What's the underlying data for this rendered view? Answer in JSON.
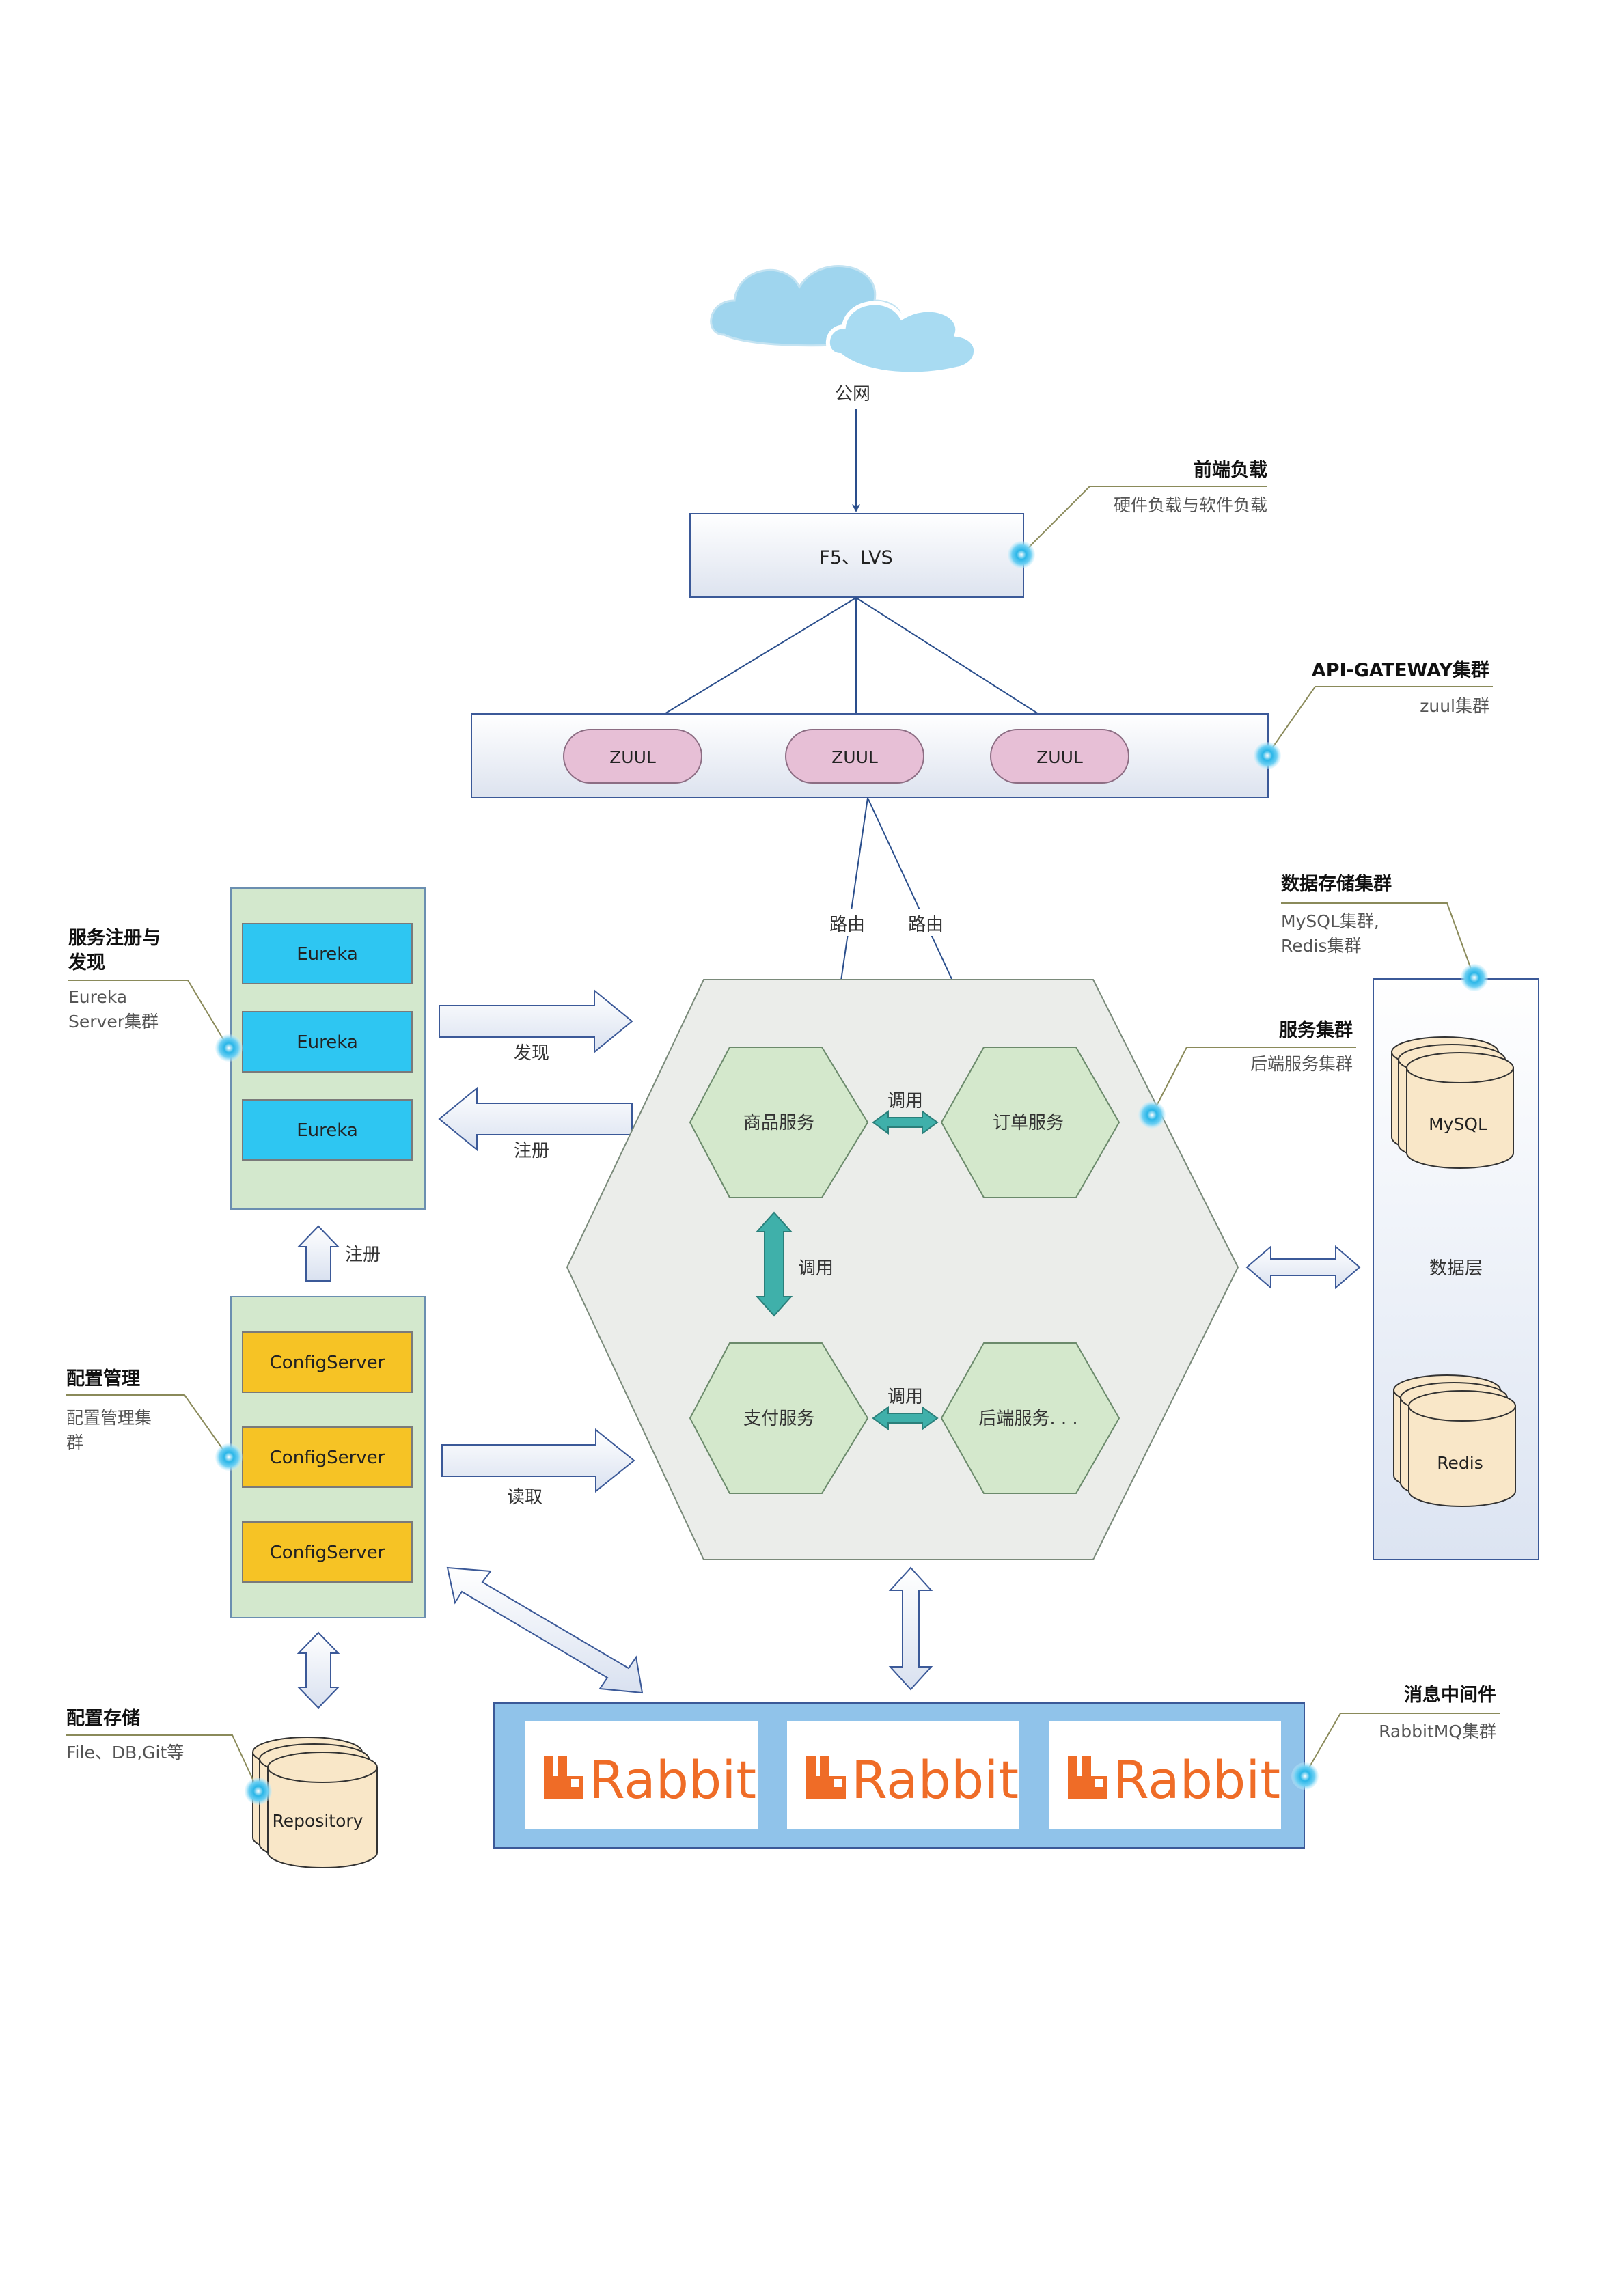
{
  "cloud": {
    "label": "公网"
  },
  "load_balancer": {
    "label": "F5、LVS",
    "callout_title": "前端负载",
    "callout_sub": "硬件负载与软件负载"
  },
  "gateway": {
    "items": [
      "ZUUL",
      "ZUUL",
      "ZUUL"
    ],
    "callout_title": "API-GATEWAY集群",
    "callout_sub": "zuul集群",
    "route_labels": [
      "路由",
      "路由"
    ]
  },
  "eureka": {
    "items": [
      "Eureka",
      "Eureka",
      "Eureka"
    ],
    "callout_title_lines": [
      "服务注册与",
      "发现"
    ],
    "callout_sub_lines": [
      "Eureka",
      "Server集群"
    ]
  },
  "config": {
    "items": [
      "ConfigServer",
      "ConfigServer",
      "ConfigServer"
    ],
    "callout_title": "配置管理",
    "callout_sub_lines": [
      "配置管理集",
      "群"
    ]
  },
  "repository": {
    "label": "Repository",
    "callout_title": "配置存储",
    "callout_sub": "File、DB,Git等"
  },
  "arrows": {
    "discover": "发现",
    "register": "注册",
    "register_up": "注册",
    "read": "读取"
  },
  "services": {
    "items": [
      "商品服务",
      "订单服务",
      "支付服务",
      "后端服务. . ."
    ],
    "call_labels": [
      "调用",
      "调用",
      "调用"
    ],
    "callout_title": "服务集群",
    "callout_sub": "后端服务集群"
  },
  "data_layer": {
    "label": "数据层",
    "mysql": "MySQL",
    "redis": "Redis",
    "callout_title": "数据存储集群",
    "callout_sub_lines": [
      "MySQL集群,",
      "Redis集群"
    ]
  },
  "mq": {
    "items": [
      "Rabbit",
      "Rabbit",
      "Rabbit"
    ],
    "callout_title": "消息中间件",
    "callout_sub": "RabbitMQ集群"
  },
  "colors": {
    "eureka": "#2ec6f2",
    "config": "#f6c325",
    "cluster_bg": "#d3e8cd",
    "hex_service": "#d4e8cc",
    "zuul": "#e7bfd6",
    "rabbit_orange": "#ef6c27",
    "mq_bg": "#90c3ea",
    "cylinder": "#f9e7c8",
    "cloud": "#9fd5ee"
  }
}
